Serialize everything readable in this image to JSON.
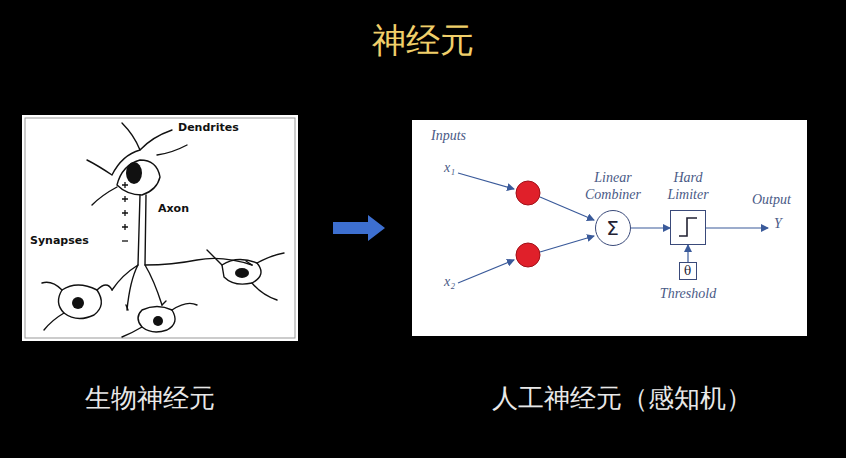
{
  "diagram": {
    "title": "神经元",
    "nodes": [
      {
        "text": [
          "Linear Combiner",
          "Σ"
        ]
      },
      {
        "text": [
          "Hard Limiter"
        ]
      },
      {
        "text": [
          "θ",
          "Threshold"
        ]
      }
    ],
    "edges": [
      {
        "from": 0,
        "to": 1,
        "arrow": "to"
      },
      {
        "from": 2,
        "to": 1,
        "arrow": "to"
      }
    ],
    "labels": [
      "Dendrites",
      "Axon",
      "Synapses",
      "Inputs",
      "x₁",
      "x₂",
      "Output",
      "Y",
      "生物神经元",
      "人工神经元（感知机）"
    ]
  }
}
